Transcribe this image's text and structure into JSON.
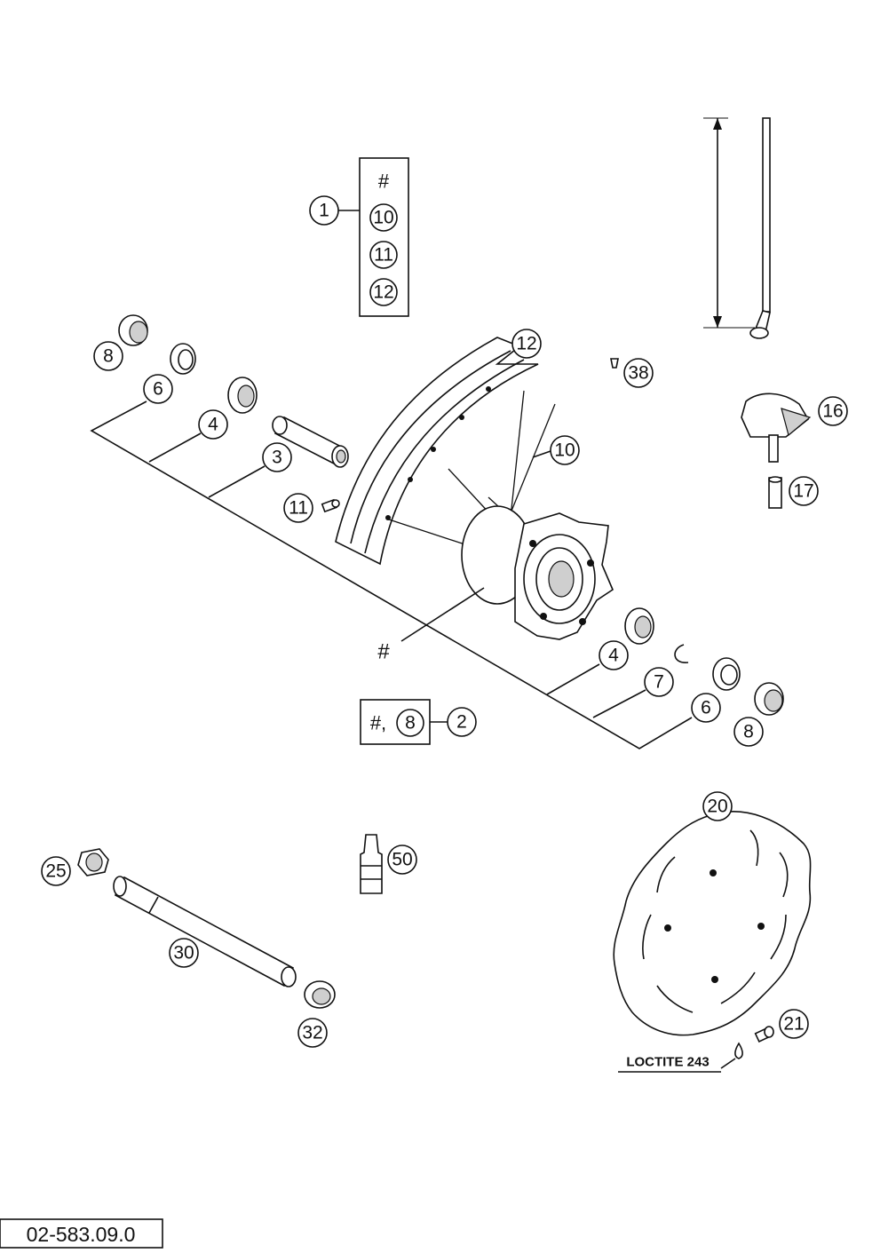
{
  "diagram_code": "02-583.09.0",
  "loctite_label": "LOCTITE 243",
  "hash_symbol": "#",
  "kit1": {
    "number": "1",
    "items": [
      "#",
      "10",
      "11",
      "12"
    ]
  },
  "kit2": {
    "hash": "#,",
    "number": "8",
    "ref": "2"
  },
  "callouts": {
    "c1": "1",
    "c8a": "8",
    "c6a": "6",
    "c4a": "4",
    "c3": "3",
    "c12": "12",
    "c10": "10",
    "c11": "11",
    "c38": "38",
    "c16": "16",
    "c17": "17",
    "c4b": "4",
    "c7": "7",
    "c6b": "6",
    "c8b": "8",
    "c20": "20",
    "c25": "25",
    "c50": "50",
    "c30": "30",
    "c32": "32",
    "c21": "21"
  }
}
